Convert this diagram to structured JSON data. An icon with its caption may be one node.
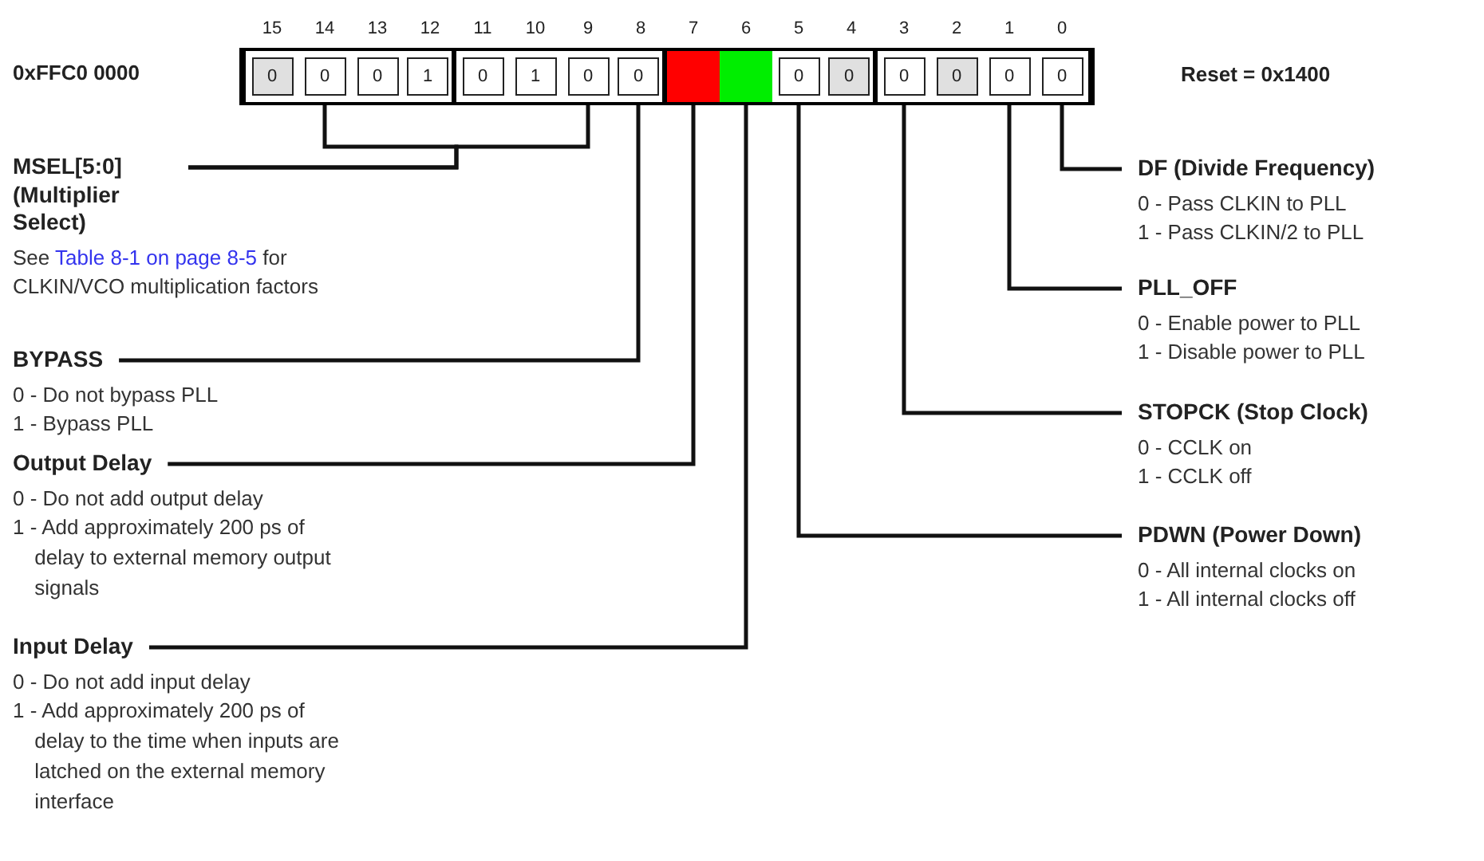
{
  "diagram": {
    "nodes": [
      {
        "text": [],
        "shape": "bar"
      },
      {
        "text": [
          "0"
        ],
        "in": 0
      },
      {
        "text": [
          "0"
        ],
        "in": 0
      },
      {
        "text": [
          "0"
        ],
        "in": 0
      },
      {
        "text": [
          "1"
        ],
        "in": 0
      },
      {
        "text": [
          "0"
        ],
        "in": 0
      },
      {
        "text": [
          "1"
        ],
        "in": 0
      },
      {
        "text": [
          "0"
        ],
        "in": 0
      },
      {
        "text": [
          "0"
        ],
        "in": 0
      },
      {
        "text": [],
        "shape": "box",
        "in": 0
      },
      {
        "text": [],
        "shape": "box",
        "in": 0
      },
      {
        "text": [
          "0"
        ],
        "in": 0
      },
      {
        "text": [
          "0"
        ],
        "in": 0
      },
      {
        "text": [
          "0"
        ],
        "in": 0
      },
      {
        "text": [
          "0"
        ],
        "in": 0
      },
      {
        "text": [
          "0"
        ],
        "in": 0
      },
      {
        "text": [
          "0"
        ],
        "in": 0
      },
      {
        "text": [
          "MSEL[5:0] (Multiplier Select)",
          "See",
          "Table 8-1 on page 8-5",
          "for CLKIN/VCO multiplication factors"
        ]
      },
      {
        "text": [
          "BYPASS",
          "0 - Do not bypass PLL",
          "1 - Bypass PLL"
        ]
      },
      {
        "text": [
          "Output Delay",
          "0 - Do not add output delay",
          "1 - Add approximately 200 ps of delay to external memory output signals"
        ]
      },
      {
        "text": [
          "Input Delay",
          "0 - Do not add input delay",
          "1 - Add approximately 200 ps of delay to the time when inputs are latched on the external memory interface"
        ]
      },
      {
        "text": [
          "DF (Divide Frequency)",
          "0 - Pass CLKIN to PLL",
          "1 - Pass CLKIN/2 to PLL"
        ]
      },
      {
        "text": [
          "PLL_OFF",
          "0 - Enable power to PLL",
          "1 - Disable power to PLL"
        ]
      },
      {
        "text": [
          "STOPCK (Stop Clock)",
          "0 - CCLK on",
          "1 - CCLK off"
        ]
      },
      {
        "text": [
          "PDWN (Power Down)",
          "0 - All internal clocks on",
          "1 - All internal clocks off"
        ]
      }
    ],
    "edges": [
      {
        "from": 17,
        "to": 2,
        "arrow": "none"
      },
      {
        "from": 17,
        "to": 7,
        "arrow": "none"
      },
      {
        "from": 18,
        "to": 8,
        "arrow": "none"
      },
      {
        "from": 19,
        "to": 9,
        "arrow": "none"
      },
      {
        "from": 20,
        "to": 10,
        "arrow": "none"
      },
      {
        "from": 21,
        "to": 16,
        "arrow": "none"
      },
      {
        "from": 22,
        "to": 15,
        "arrow": "none"
      },
      {
        "from": 23,
        "to": 13,
        "arrow": "none"
      },
      {
        "from": 24,
        "to": 11,
        "arrow": "none"
      }
    ],
    "labels": [
      "15",
      "14",
      "13",
      "12",
      "11",
      "10",
      "9",
      "8",
      "7",
      "6",
      "5",
      "4",
      "3",
      "2",
      "1",
      "0",
      "0xFFC0 0000",
      "Reset = 0x1400"
    ]
  }
}
